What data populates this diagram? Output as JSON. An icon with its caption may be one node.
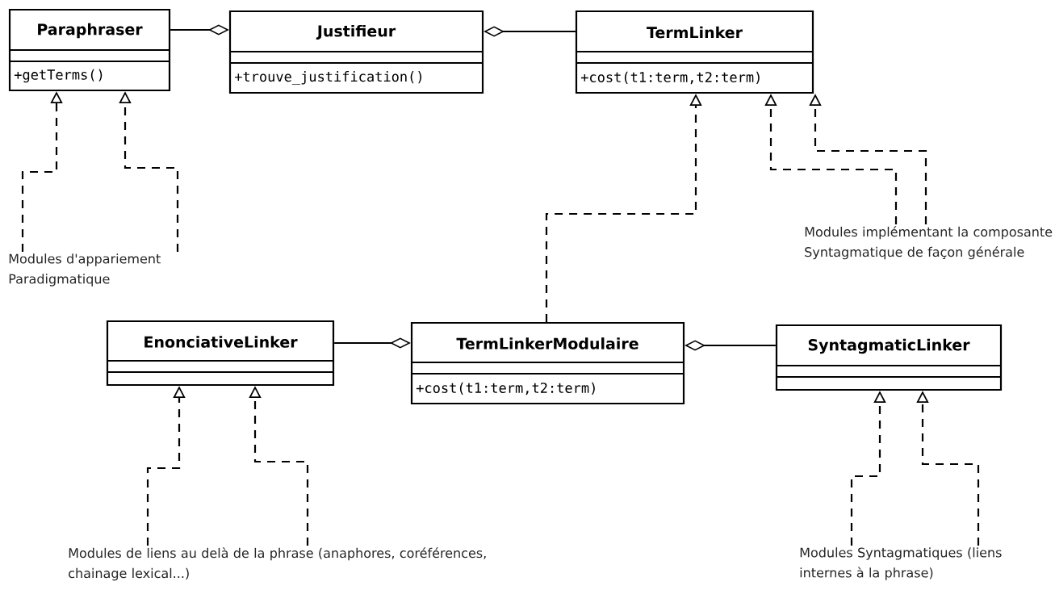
{
  "diagram": {
    "nodes": [
      {
        "text": [
          "Paraphraser",
          "+getTerms()"
        ]
      },
      {
        "text": [
          "Justifieur",
          "+trouve_justification()"
        ]
      },
      {
        "text": [
          "TermLinker",
          "+cost(t1:term,t2:term)"
        ]
      },
      {
        "text": [
          "Modules d'appariement Paradigmatique"
        ]
      },
      {
        "text": [
          "Modules implémentant la composante Syntagmatique de façon générale"
        ]
      },
      {
        "text": [
          "EnonciativeLinker"
        ]
      },
      {
        "text": [
          "TermLinkerModulaire",
          "+cost(t1:term,t2:term)"
        ]
      },
      {
        "text": [
          "SyntagmaticLinker"
        ]
      },
      {
        "text": [
          "Modules de liens au delà de la phrase (anaphores, coréférences, chainage lexical...)"
        ]
      },
      {
        "text": [
          "Modules Syntagmatiques (liens internes à la phrase)"
        ]
      }
    ],
    "edges": [
      {
        "from": 0,
        "to": 1,
        "arrow": "other"
      },
      {
        "from": 2,
        "to": 1,
        "arrow": "other"
      },
      {
        "from": 5,
        "to": 6,
        "arrow": "other"
      },
      {
        "from": 7,
        "to": 6,
        "arrow": "other"
      },
      {
        "from": 3,
        "to": 0,
        "arrow": "to",
        "style": "dashed"
      },
      {
        "from": 3,
        "to": 0,
        "arrow": "to",
        "style": "dashed"
      },
      {
        "from": 6,
        "to": 2,
        "arrow": "to",
        "style": "dashed"
      },
      {
        "from": 4,
        "to": 2,
        "arrow": "to",
        "style": "dashed"
      },
      {
        "from": 4,
        "to": 2,
        "arrow": "to",
        "style": "dashed"
      },
      {
        "from": 8,
        "to": 5,
        "arrow": "to",
        "style": "dashed"
      },
      {
        "from": 8,
        "to": 5,
        "arrow": "to",
        "style": "dashed"
      },
      {
        "from": 9,
        "to": 7,
        "arrow": "to",
        "style": "dashed"
      },
      {
        "from": 9,
        "to": 7,
        "arrow": "to",
        "style": "dashed"
      }
    ]
  }
}
